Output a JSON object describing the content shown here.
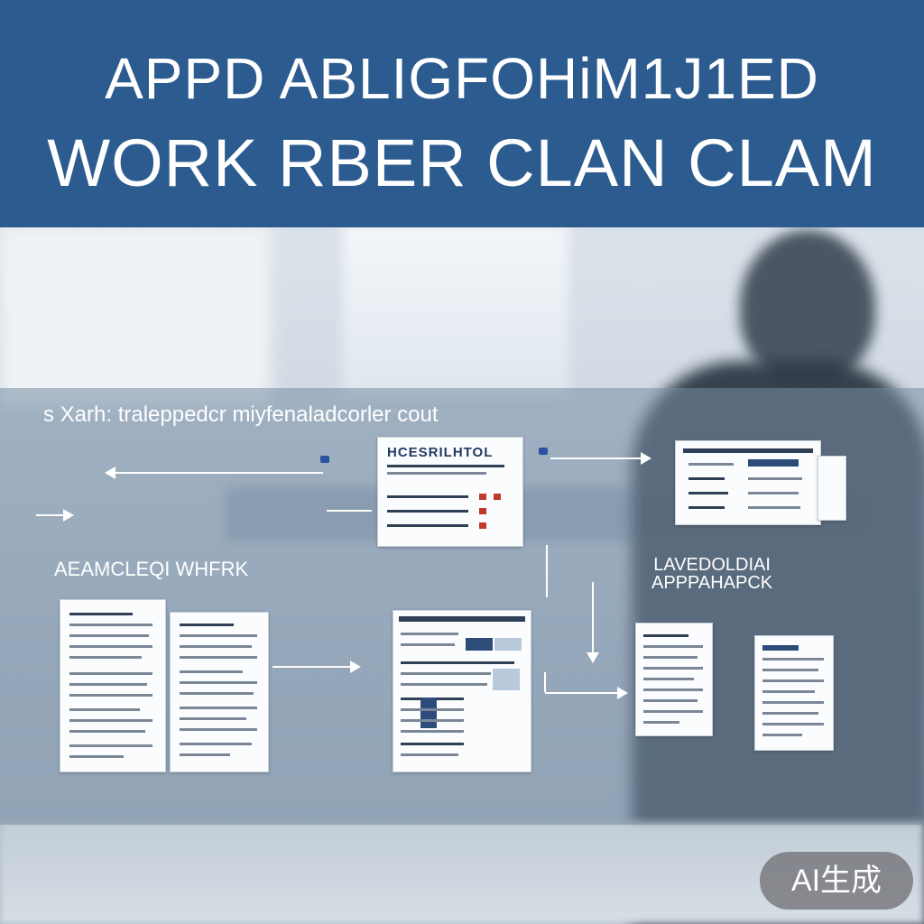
{
  "header": {
    "title_line1": "APPD ABLIGFOHiM1J1ED",
    "title_line2": "WORK RBER CLAN CLAM"
  },
  "diagram": {
    "caption": "s Xarh: traleppedcr miyfenaladcorler cout",
    "form_title": "HCESRILHTOL",
    "left_label": "AEAMCLEQI WHFRK",
    "right_label_line1": "LAVEDOLDIAI",
    "right_label_line2": "APPPAHAPCK"
  },
  "badge": {
    "text": "AI生成"
  },
  "colors": {
    "banner": "#2c5c8f",
    "accent_blue": "#2a52a0",
    "form_red": "#c0392b"
  }
}
